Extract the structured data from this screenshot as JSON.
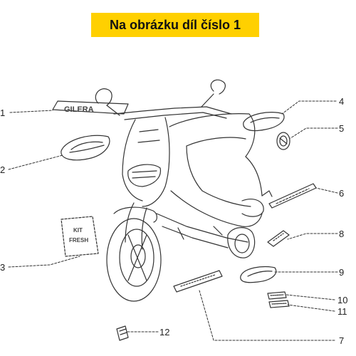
{
  "header": {
    "title": "Na obrázku díl číslo 1",
    "background_color": "#FFD000"
  },
  "diagram": {
    "callouts": [
      "1",
      "2",
      "3",
      "4",
      "5",
      "6",
      "7",
      "8",
      "9",
      "10",
      "11",
      "12"
    ],
    "kit_label": [
      "KIT",
      "FRESH"
    ],
    "brand_text": "GILERA"
  }
}
